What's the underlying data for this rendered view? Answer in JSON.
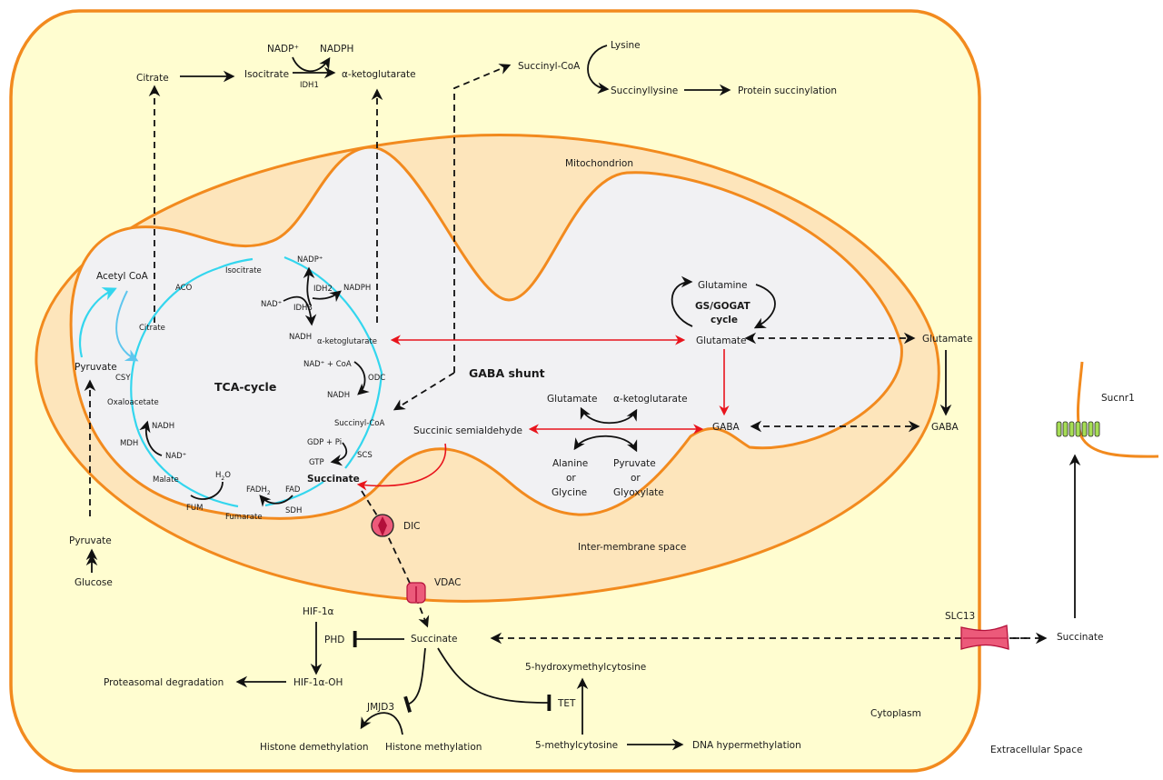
{
  "colors": {
    "cytoplasm_fill": "#fffdd0",
    "membrane_stroke": "#f28a1e",
    "intermembrane_fill": "#fde5bb",
    "matrix_fill": "#f1f1f3",
    "tca_cycle": "#33d6ee",
    "gaba_shunt": "#e8141c",
    "transporter": "#ec5a7a",
    "receptor": "#a6dd55"
  },
  "compartments": {
    "mitochondrion": "Mitochondrion",
    "intermembrane": "Inter-membrane space",
    "cytoplasm": "Cytoplasm",
    "extracellular": "Extracellular  Space"
  },
  "cytosol_top": {
    "citrate": "Citrate",
    "isocitrate": "Isocitrate",
    "nadp_plus": "NADP⁺",
    "nadph": "NADPH",
    "idh1": "IDH1",
    "akg": "α-ketoglutarate",
    "succinyl_coa": "Succinyl-CoA",
    "lysine": "Lysine",
    "succinyllysine": "Succinyllysine",
    "protein_succinylation": "Protein succinylation"
  },
  "tca": {
    "title": "TCA-cycle",
    "acetyl_coa": "Acetyl CoA",
    "citrate": "Citrate",
    "aco": "ACO",
    "isocitrate": "Isocitrate",
    "nadp_plus": "NADP⁺",
    "idh2": "IDH2",
    "nadph": "NADPH",
    "nad_plus_1": "NAD⁺",
    "idh3": "IDH3",
    "nadh_1": "NADH",
    "akg": "α-ketoglutarate",
    "nad_coa": "NAD⁺ + CoA",
    "odc": "ODC",
    "nadh_2": "NADH",
    "succinyl_coa": "Succinyl-CoA",
    "gdp_pi": "GDP + Pi",
    "scs": "SCS",
    "gtp": "GTP",
    "succinate": "Succinate",
    "fad": "FAD",
    "fadh2": "FADH",
    "fadh2_sub": "2",
    "sdh": "SDH",
    "fumarate": "Fumarate",
    "h2o": "H",
    "h2o_sub": "2",
    "h2o_o": "O",
    "fum": "FUM",
    "malate": "Malate",
    "nad_plus_2": "NAD⁺",
    "mdh": "MDH",
    "nadh_3": "NADH",
    "oxaloacetate": "Oxaloacetate",
    "csy": "CSY",
    "pyruvate_mito": "Pyruvate"
  },
  "glycolysis": {
    "pyruvate": "Pyruvate",
    "glucose": "Glucose"
  },
  "gaba": {
    "shunt_title": "GABA shunt",
    "glutamine": "Glutamine",
    "gs_gogat_1": "GS/GOGAT",
    "gs_gogat_2": "cycle",
    "glutamate": "Glutamate",
    "gaba": "GABA",
    "ssa": "Succinic semialdehyde",
    "glutamate_2": "Glutamate",
    "akg_2": "α-ketoglutarate",
    "alanine": "Alanine",
    "or_1": "or",
    "glycine": "Glycine",
    "pyruvate": "Pyruvate",
    "or_2": "or",
    "glyoxylate": "Glyoxylate",
    "cyto_glutamate": "Glutamate",
    "cyto_gaba": "GABA"
  },
  "transporters": {
    "dic": "DIC",
    "vdac": "VDAC",
    "slc13": "SLC13",
    "sucnr1": "Sucnr1"
  },
  "cytosol_bottom": {
    "succinate": "Succinate",
    "hif1a": "HIF-1α",
    "phd": "PHD",
    "hif1a_oh": "HIF-1α-OH",
    "proteasomal": "Proteasomal degradation",
    "jmjd3": "JMJD3",
    "histone_demethylation": "Histone  demethylation",
    "histone_methylation": "Histone methylation",
    "tet": "TET",
    "hmc": "5-hydroxymethylcytosine",
    "mc": "5-methylcytosine",
    "dna_hyper": "DNA hypermethylation",
    "extracellular_succinate": "Succinate"
  }
}
